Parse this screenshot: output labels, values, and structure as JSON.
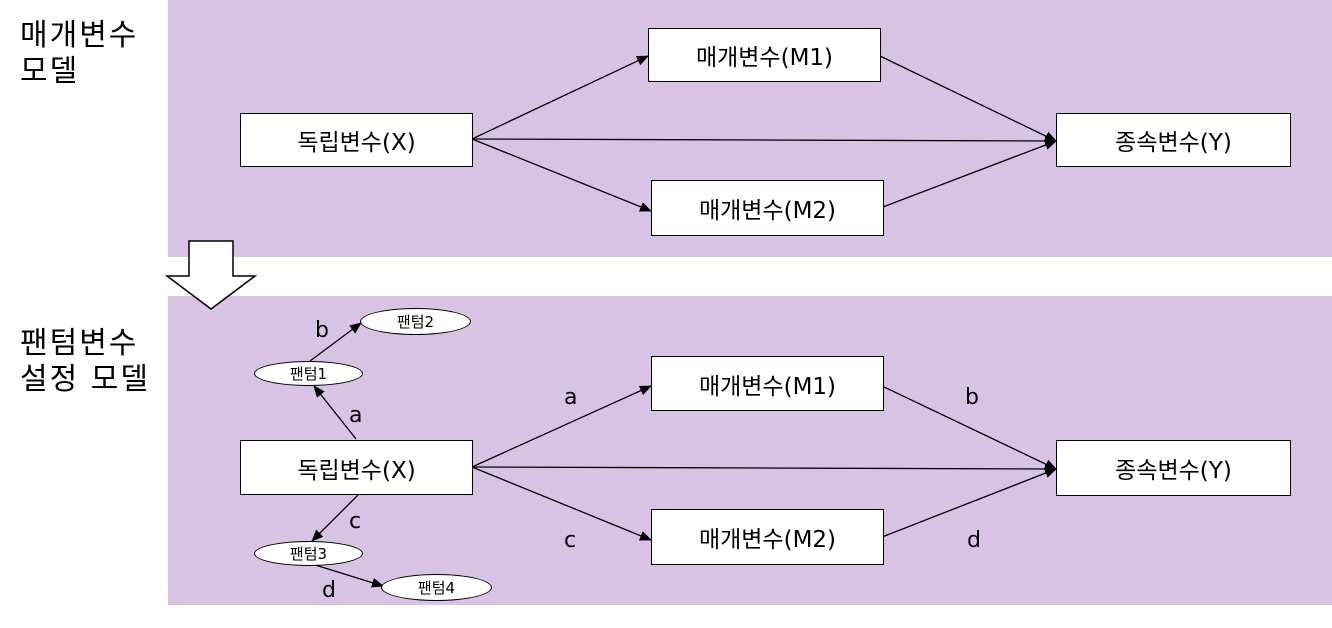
{
  "colors": {
    "panel": "#d9c3e4",
    "box_fill": "#ffffff",
    "stroke": "#000000"
  },
  "top": {
    "title": "매개변수\n모델",
    "independent": "독립변수(X)",
    "mediator1": "매개변수(M1)",
    "mediator2": "매개변수(M2)",
    "dependent": "종속변수(Y)"
  },
  "transition_icon": "down-arrow-icon",
  "bottom": {
    "title": "팬텀변수\n설정 모델",
    "independent": "독립변수(X)",
    "mediator1": "매개변수(M1)",
    "mediator2": "매개변수(M2)",
    "dependent": "종속변수(Y)",
    "phantom1": "팬텀1",
    "phantom2": "팬텀2",
    "phantom3": "팬텀3",
    "phantom4": "팬텀4",
    "path_labels": {
      "x_m1": "a",
      "m1_y": "b",
      "x_m2": "c",
      "m2_y": "d",
      "x_p1": "a",
      "p1_p2": "b",
      "x_p3": "c",
      "p3_p4": "d"
    }
  }
}
